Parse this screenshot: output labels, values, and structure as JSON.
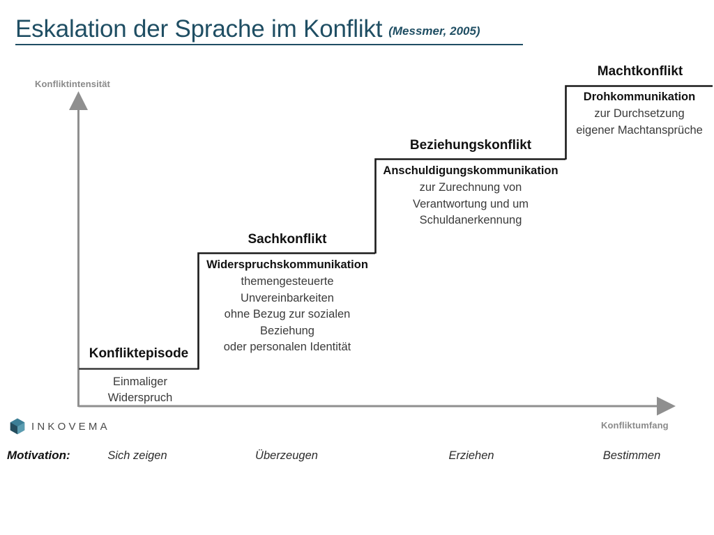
{
  "title": {
    "main": "Eskalation der Sprache im Konflikt",
    "citation": "(Messmer, 2005)",
    "color": "#1f4e63"
  },
  "axes": {
    "y_label": "Konfliktintensität",
    "x_label": "Konfliktumfang",
    "axis_color": "#8f8f8f"
  },
  "chart_data": {
    "type": "diagram",
    "subtype": "staircase-escalation",
    "title": "Eskalation der Sprache im Konflikt",
    "xlabel": "Konfliktumfang",
    "ylabel": "Konfliktintensität",
    "steps": [
      {
        "index": 1,
        "heading": "Konfliktepisode",
        "sub_title": "",
        "lines": [
          "Einmaliger",
          "Widerspruch"
        ],
        "motivation": "Sich zeigen"
      },
      {
        "index": 2,
        "heading": "Sachkonflikt",
        "sub_title": "Widerspruchskommunikation",
        "lines": [
          "themengesteuerte",
          "Unvereinbarkeiten",
          "ohne Bezug zur sozialen",
          "Beziehung",
          "oder personalen Identität"
        ],
        "motivation": "Überzeugen"
      },
      {
        "index": 3,
        "heading": "Beziehungskonflikt",
        "sub_title": "Anschuldigungskommunikation",
        "lines": [
          "zur Zurechnung von",
          "Verantwortung und um",
          "Schuldanerkennung"
        ],
        "motivation": "Erziehen"
      },
      {
        "index": 4,
        "heading": "Machtkonflikt",
        "sub_title": "Drohkommunikation",
        "lines": [
          "zur Durchsetzung",
          "eigener Machtansprüche"
        ],
        "motivation": "Bestimmen"
      }
    ]
  },
  "footer": {
    "logo_text": "INKOVEMA",
    "logo_icon": "hexagon-cube-icon",
    "motivation_label": "Motivation:",
    "motivations": [
      "Sich zeigen",
      "Überzeugen",
      "Erziehen",
      "Bestimmen"
    ]
  }
}
